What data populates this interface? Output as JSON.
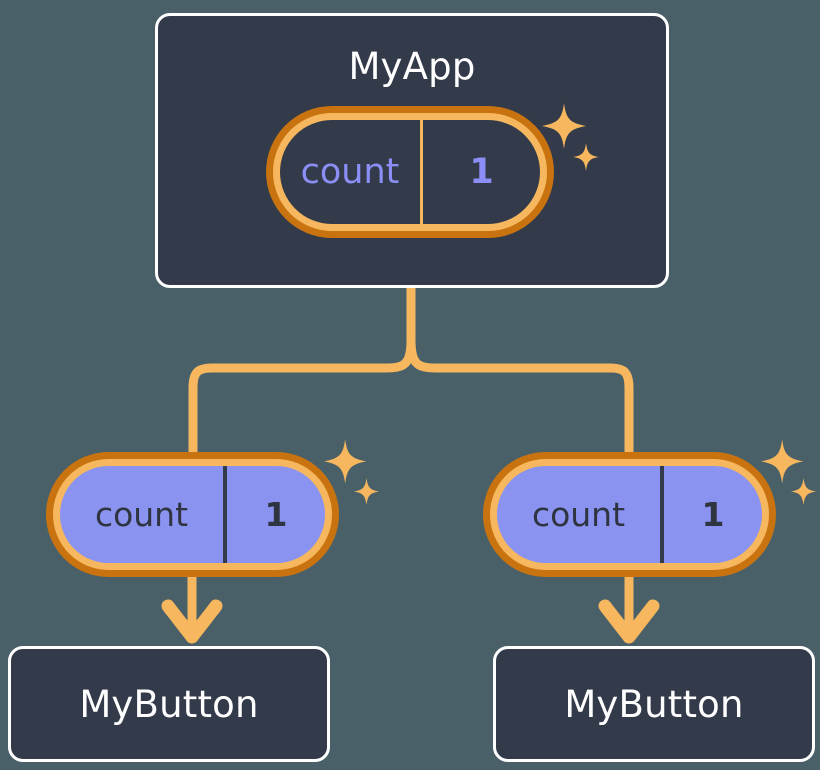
{
  "diagram": {
    "type": "component-tree",
    "title_visible": false,
    "background_color": "#4a6068",
    "accent_line_color": "#f6b75f",
    "ring_outer_color": "#c8730f",
    "ring_inner_color": "#f6b75f",
    "box_fill_color": "#333a4a",
    "box_border_color": "#ffffff",
    "pill_light_fill": "#8b93f0",
    "pill_dark_text": "#8b8ef5",
    "pill_light_text": "#2e3440"
  },
  "root": {
    "name": "MyApp",
    "label": "MyApp",
    "state_pill": {
      "key": "count",
      "value": "1",
      "variant": "dark",
      "sparkle": true
    }
  },
  "children": [
    {
      "name": "left-branch",
      "state_pill": {
        "key": "count",
        "value": "1",
        "variant": "light",
        "sparkle": true
      },
      "component": {
        "name": "MyButton",
        "label": "MyButton"
      }
    },
    {
      "name": "right-branch",
      "state_pill": {
        "key": "count",
        "value": "1",
        "variant": "light",
        "sparkle": true
      },
      "component": {
        "name": "MyButton",
        "label": "MyButton"
      }
    }
  ],
  "icons": {
    "sparkle_large": "sparkle-icon",
    "sparkle_small": "sparkle-small-icon",
    "arrow_down": "arrow-down-icon"
  }
}
